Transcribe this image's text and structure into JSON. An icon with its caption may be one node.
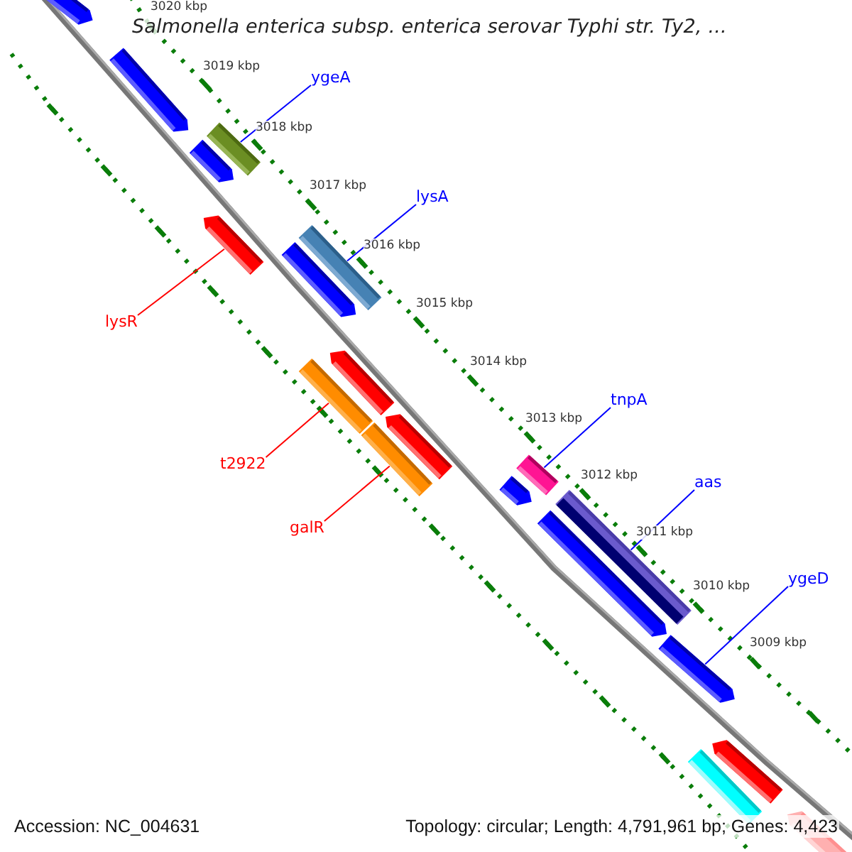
{
  "diagram": {
    "title": "Salmonella enterica subsp. enterica serovar Typhi str. Ty2, ...",
    "nodes": [
      {
        "text": [
          "ygeA"
        ]
      },
      {
        "text": [
          "lysA"
        ]
      },
      {
        "text": [
          "lysR"
        ]
      },
      {
        "text": [
          "t2922"
        ]
      },
      {
        "text": [
          "tnpA"
        ]
      },
      {
        "text": [
          "aas"
        ]
      },
      {
        "text": [
          "galR"
        ]
      },
      {
        "text": [
          "ygeD"
        ]
      },
      {
        "text": [],
        "shape": "arrow"
      },
      {
        "text": [],
        "shape": "arrow"
      },
      {
        "text": [],
        "shape": "bar"
      },
      {
        "text": [],
        "shape": "arrow"
      },
      {
        "text": [],
        "shape": "arrow"
      },
      {
        "text": [],
        "shape": "bar"
      },
      {
        "text": [],
        "shape": "arrow"
      },
      {
        "text": [],
        "shape": "arrow"
      },
      {
        "text": [],
        "shape": "bar"
      },
      {
        "text": [],
        "shape": "arrow"
      },
      {
        "text": [],
        "shape": "bar"
      },
      {
        "text": [],
        "shape": "bar"
      },
      {
        "text": [],
        "shape": "arrow"
      },
      {
        "text": [],
        "shape": "bar"
      },
      {
        "text": [],
        "shape": "arrow"
      },
      {
        "text": [],
        "shape": "arrow"
      },
      {
        "text": [],
        "shape": "arrow"
      },
      {
        "text": [],
        "shape": "bar"
      },
      {
        "text": [],
        "shape": "arrow"
      }
    ],
    "edges": [
      {
        "from": 0,
        "to": 10,
        "arrow": "none"
      },
      {
        "from": 1,
        "to": 13,
        "arrow": "none"
      },
      {
        "from": 2,
        "to": 12,
        "arrow": "none",
        "color": "#ff0000"
      },
      {
        "from": 3,
        "to": 16,
        "arrow": "none",
        "color": "#ff0000"
      },
      {
        "from": 4,
        "to": 19,
        "arrow": "none"
      },
      {
        "from": 5,
        "to": 21,
        "arrow": "none"
      },
      {
        "from": 6,
        "to": 18,
        "arrow": "none",
        "color": "#ff0000"
      },
      {
        "from": 7,
        "to": 23,
        "arrow": "none"
      }
    ],
    "labels": [
      "3020 kbp",
      "3019 kbp",
      "3018 kbp",
      "3017 kbp",
      "3016 kbp",
      "3015 kbp",
      "3014 kbp",
      "3013 kbp",
      "3012 kbp",
      "3011 kbp",
      "3010 kbp",
      "3009 kbp",
      "Accession: NC_004631",
      "Topology: circular; Length: 4,791,961 bp; Genes: 4,423"
    ]
  }
}
